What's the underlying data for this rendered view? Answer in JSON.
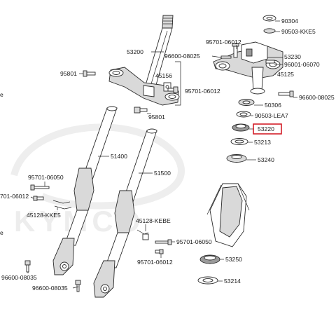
{
  "watermark": {
    "text": "KYMCO"
  },
  "highlight": {
    "color": "#d4202a"
  },
  "labels": {
    "p90304": "90304",
    "p90503_kke5": "90503-KKE5",
    "p95701_06012_top": "95701-06012",
    "p53200": "53200",
    "p96600_08025_top": "96600-08025",
    "p53230": "53230",
    "p96001_06070": "96001-06070",
    "p95801_top": "95801",
    "p45156": "45156",
    "p45125": "45125",
    "p95701_06012_mid": "95701-06012",
    "p96600_08025_right": "96600-08025",
    "p50306": "50306",
    "p90503_lea7": "90503-LEA7",
    "p95801_mid": "95801",
    "p53220": "53220",
    "p53213": "53213",
    "p51400": "51400",
    "p53240": "53240",
    "p51500": "51500",
    "p95701_06050_left": "95701-06050",
    "p95701_06012_left": "701-06012",
    "p45128_kke5": "45128-KKE5",
    "p45128_kebe": "45128-KEBE",
    "p95701_06050_right": "95701-06050",
    "p95701_06012_bottom": "95701-06012",
    "p53250": "53250",
    "p96600_08035_a": "96600-08035",
    "p53214": "53214",
    "p96600_08035_b": "96600-08035",
    "edge_e_top": "e",
    "edge_e_bottom": "e"
  }
}
